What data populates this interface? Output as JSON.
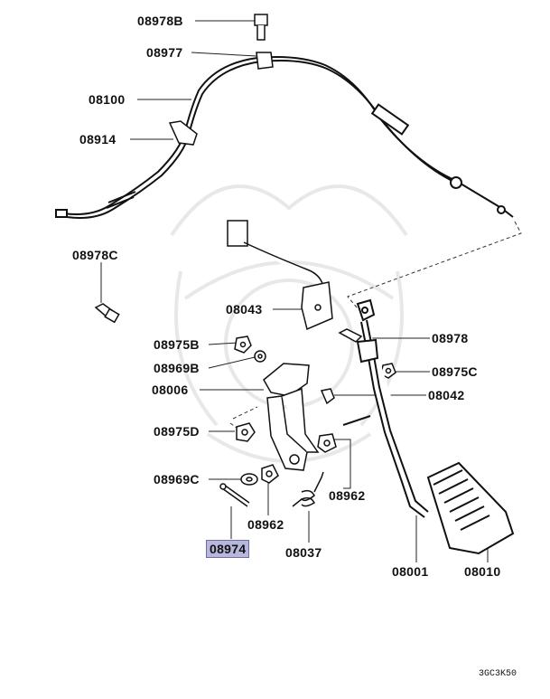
{
  "labels": {
    "p08978B": "08978B",
    "p08977": "08977",
    "p08100": "08100",
    "p08914": "08914",
    "p08978C": "08978C",
    "p08043": "08043",
    "p08975B": "08975B",
    "p08969B": "08969B",
    "p08006": "08006",
    "p08975D": "08975D",
    "p08969C": "08969C",
    "p08974": "08974",
    "p08962a": "08962",
    "p08037": "08037",
    "p08962b": "08962",
    "p08978": "08978",
    "p08975C": "08975C",
    "p08042": "08042",
    "p08001": "08001",
    "p08010": "08010"
  },
  "highlighted_part": "08974",
  "highlight_color": "#b7b7dd",
  "diagram_code": "3GC3K50"
}
